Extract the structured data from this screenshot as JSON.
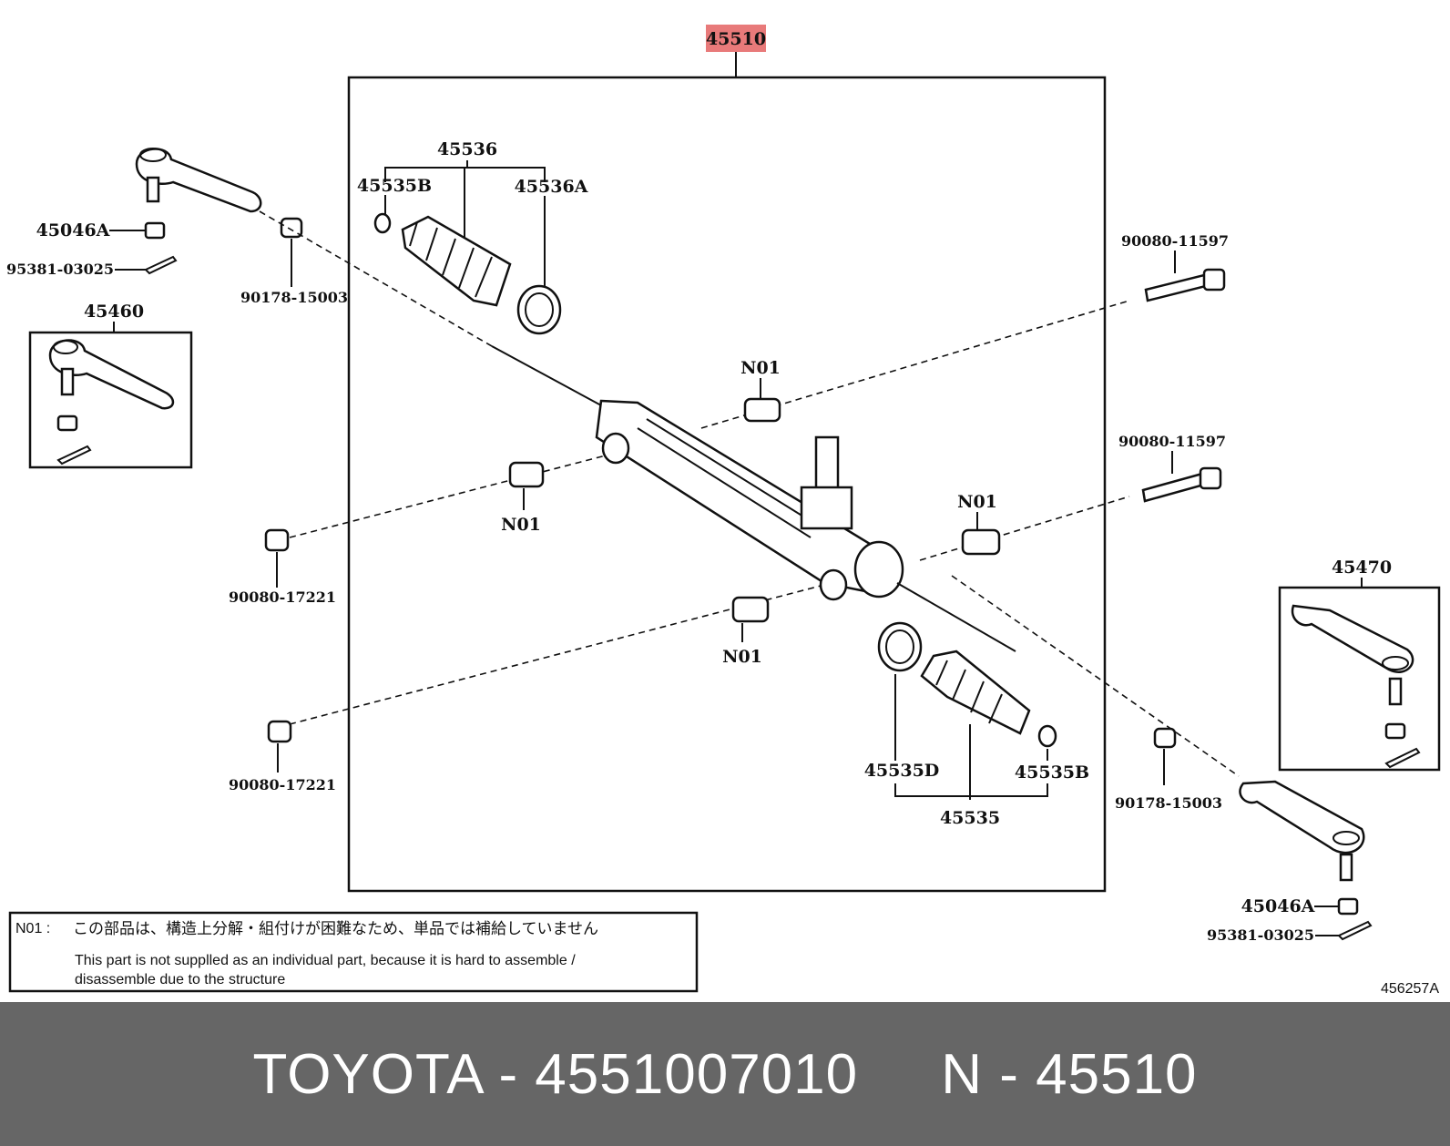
{
  "callouts": {
    "top": "45510",
    "boot_left": "45536",
    "clamp_left": "45535B",
    "band_left": "45536A",
    "nut_left": "45046A",
    "pin_left": "95381-03025",
    "bushing_left": "90178-15003",
    "tie_rod_end_left": "45460",
    "bolt_top": "90080-11597",
    "n01_top": "N01",
    "n01_left": "N01",
    "bolt_mid": "90080-11597",
    "n01_right": "N01",
    "nut_mid_left": "90080-17221",
    "tie_rod_end_right": "45470",
    "n01_bottom": "N01",
    "nut_low_left": "90080-17221",
    "band_right": "45535D",
    "clamp_right": "45535B",
    "bushing_right": "90178-15003",
    "boot_right": "45535",
    "nut_right": "45046A",
    "pin_right": "95381-03025"
  },
  "note": {
    "code": "N01 :",
    "jp": "この部品は、構造上分解・組付けが困難なため、単品では補給していません",
    "en_line1": "This part is not supplled as an individual part, because it is hard to assemble /",
    "en_line2": "disassemble  due to the structure"
  },
  "diagram_id": "456257A",
  "highlight_color": "#e87a7a",
  "footer": {
    "text": "TOYOTA - 4551007010     N - 45510"
  }
}
